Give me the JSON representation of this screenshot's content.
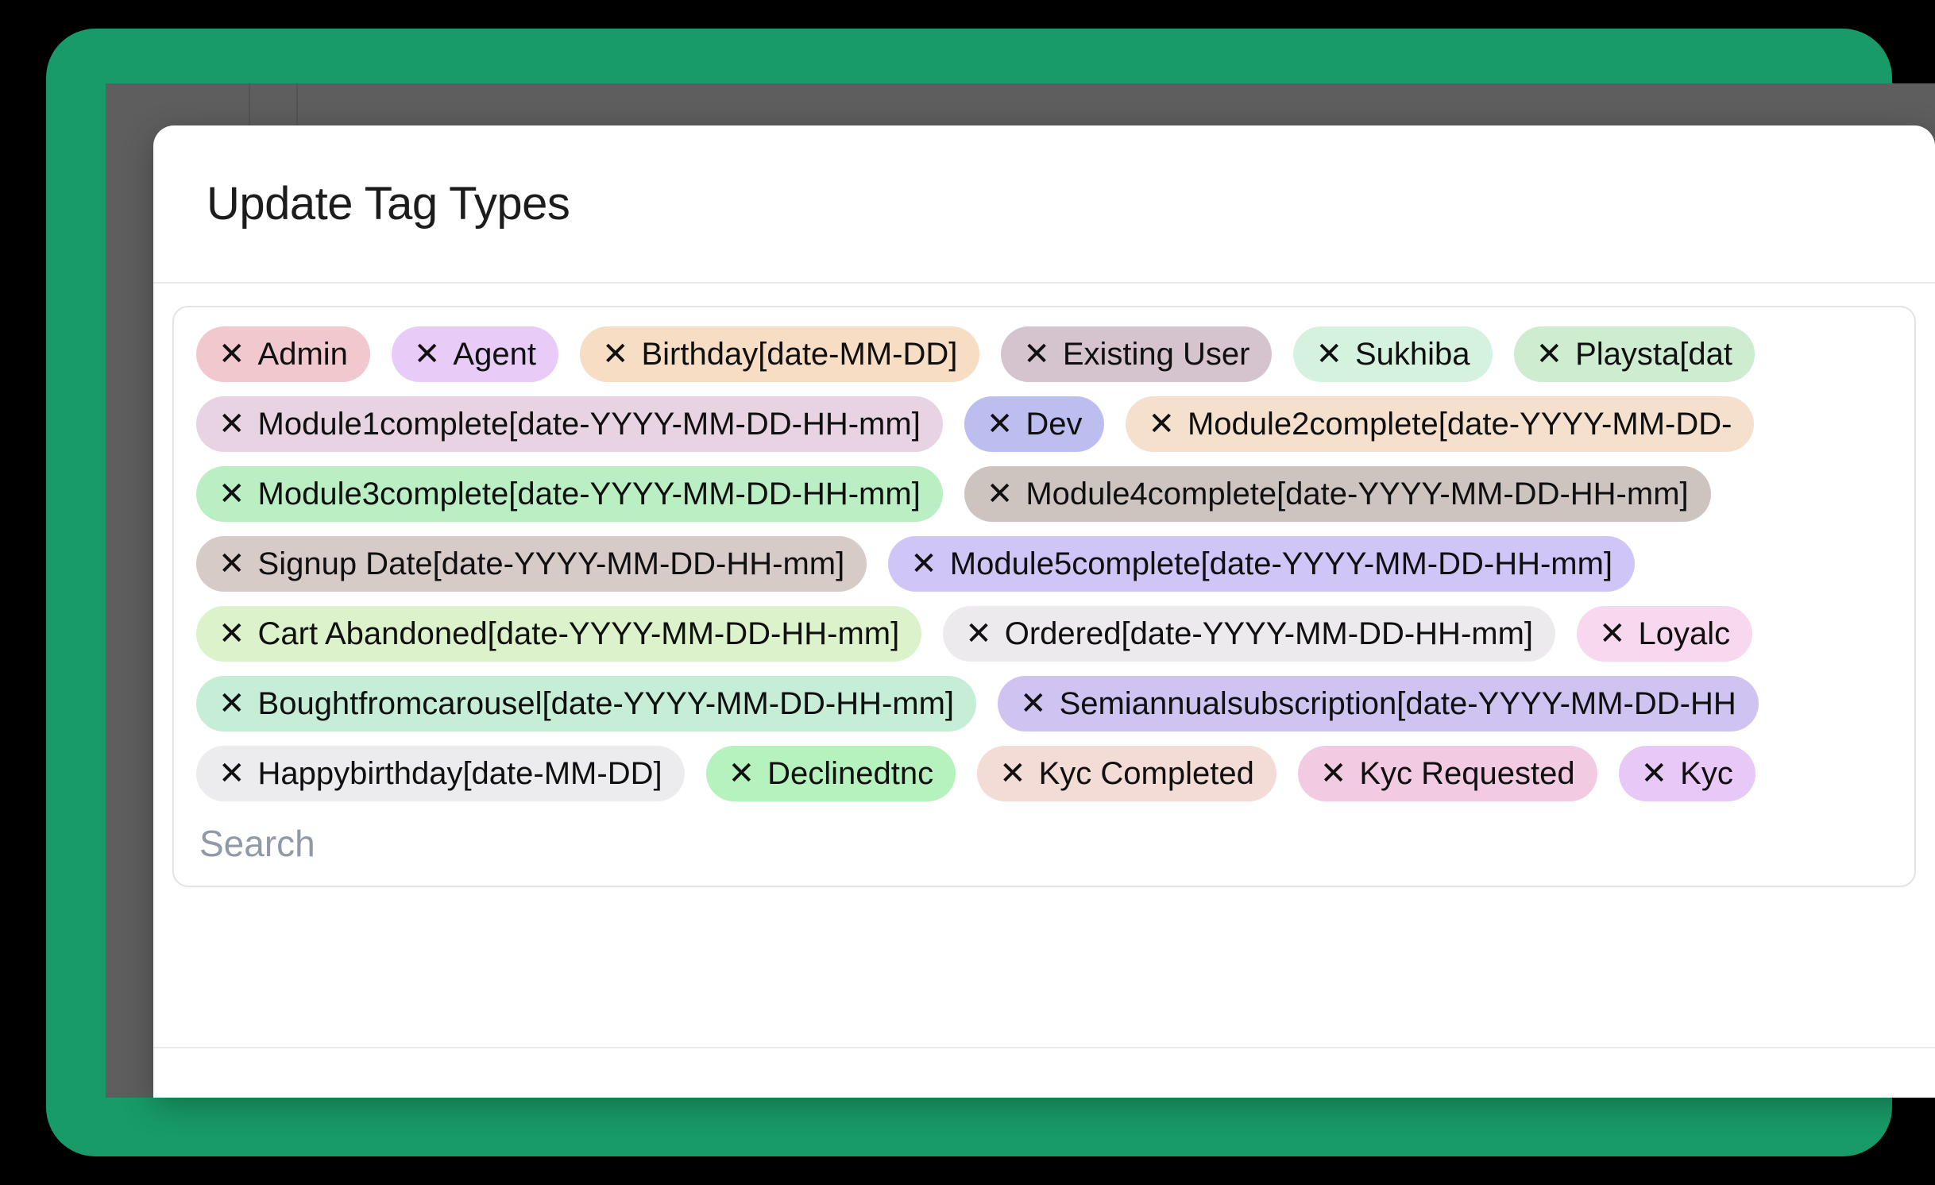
{
  "window": {
    "frame_color": "#189b68",
    "backdrop_color": "#5e5e5e"
  },
  "dialog": {
    "title": "Update Tag Types"
  },
  "search": {
    "placeholder": "Search",
    "value": ""
  },
  "tag_selector": {
    "remove_icon": "close-x-icon",
    "rows": [
      [
        {
          "label": "Admin",
          "color": "#f0c8cd"
        },
        {
          "label": "Agent",
          "color": "#e8ccf7"
        },
        {
          "label": "Birthday[date-MM-DD]",
          "color": "#f6ddc4"
        },
        {
          "label": "Existing User",
          "color": "#d5c4ce"
        },
        {
          "label": "Sukhiba",
          "color": "#d4f2de"
        },
        {
          "label": "Playsta[dat",
          "color": "#cdecd0"
        }
      ],
      [
        {
          "label": "Module1complete[date-YYYY-MM-DD-HH-mm]",
          "color": "#e8d3e2"
        },
        {
          "label": "Dev",
          "color": "#bdbef0"
        },
        {
          "label": "Module2complete[date-YYYY-MM-DD-",
          "color": "#f4e0cd"
        }
      ],
      [
        {
          "label": "Module3complete[date-YYYY-MM-DD-HH-mm]",
          "color": "#baeec3"
        },
        {
          "label": "Module4complete[date-YYYY-MM-DD-HH-mm]",
          "color": "#cdc4c0"
        }
      ],
      [
        {
          "label": "Signup Date[date-YYYY-MM-DD-HH-mm]",
          "color": "#d7cbc8"
        },
        {
          "label": "Module5complete[date-YYYY-MM-DD-HH-mm]",
          "color": "#cfc6f7"
        }
      ],
      [
        {
          "label": "Cart Abandoned[date-YYYY-MM-DD-HH-mm]",
          "color": "#dbf2cb"
        },
        {
          "label": "Ordered[date-YYYY-MM-DD-HH-mm]",
          "color": "#eceaec"
        },
        {
          "label": "Loyalc",
          "color": "#f7d8ef"
        }
      ],
      [
        {
          "label": "Boughtfromcarousel[date-YYYY-MM-DD-HH-mm]",
          "color": "#c6edd5"
        },
        {
          "label": "Semiannualsubscription[date-YYYY-MM-DD-HH",
          "color": "#cfc3f2"
        }
      ],
      [
        {
          "label": "Happybirthday[date-MM-DD]",
          "color": "#ececee"
        },
        {
          "label": "Declinedtnc",
          "color": "#b6f2bd"
        },
        {
          "label": "Kyc Completed",
          "color": "#f3dbd6"
        },
        {
          "label": "Kyc Requested",
          "color": "#f2cbe3"
        },
        {
          "label": "Kyc",
          "color": "#e8c8f7"
        }
      ]
    ]
  }
}
